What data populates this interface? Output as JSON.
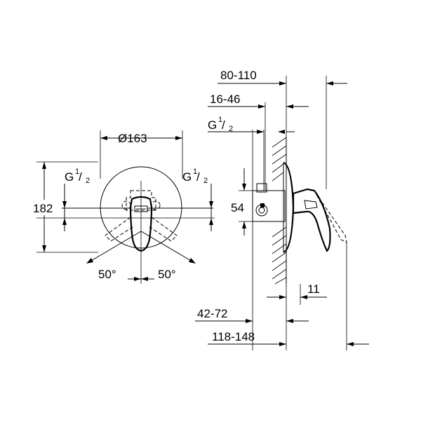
{
  "front_view": {
    "diameter": "Ø163",
    "height": "182",
    "thread_left": {
      "base": "G",
      "num": "1",
      "den": "2"
    },
    "thread_right": {
      "base": "G",
      "num": "1",
      "den": "2"
    },
    "angle_left": "50°",
    "angle_right": "50°"
  },
  "side_view": {
    "dim_80_110": "80-110",
    "dim_16_46": "16-46",
    "thread": {
      "base": "G",
      "num": "1",
      "den": "2"
    },
    "dim_54": "54",
    "dim_11": "11",
    "dim_42_72": "42-72",
    "dim_118_148": "118-148"
  }
}
